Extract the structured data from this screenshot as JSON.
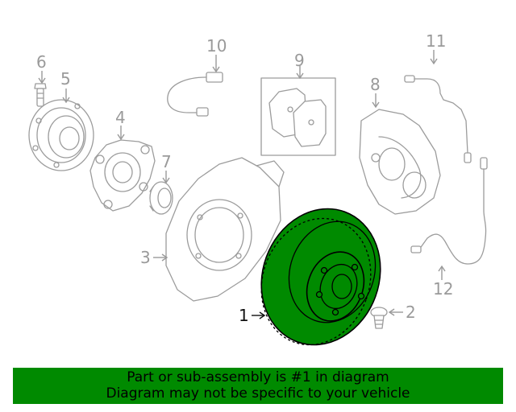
{
  "callouts": {
    "c1": "1",
    "c2": "2",
    "c3": "3",
    "c4": "4",
    "c5": "5",
    "c6": "6",
    "c7": "7",
    "c8": "8",
    "c9": "9",
    "c10": "10",
    "c11": "11",
    "c12": "12"
  },
  "highlighted_part": "1",
  "colors": {
    "highlight": "#008a00",
    "line_art": "#9c9c9c",
    "callout_text": "#9a9a9a"
  },
  "banner": {
    "line1": "Part or sub-assembly is #1 in diagram",
    "line2": "Diagram may not be specific to your vehicle"
  }
}
